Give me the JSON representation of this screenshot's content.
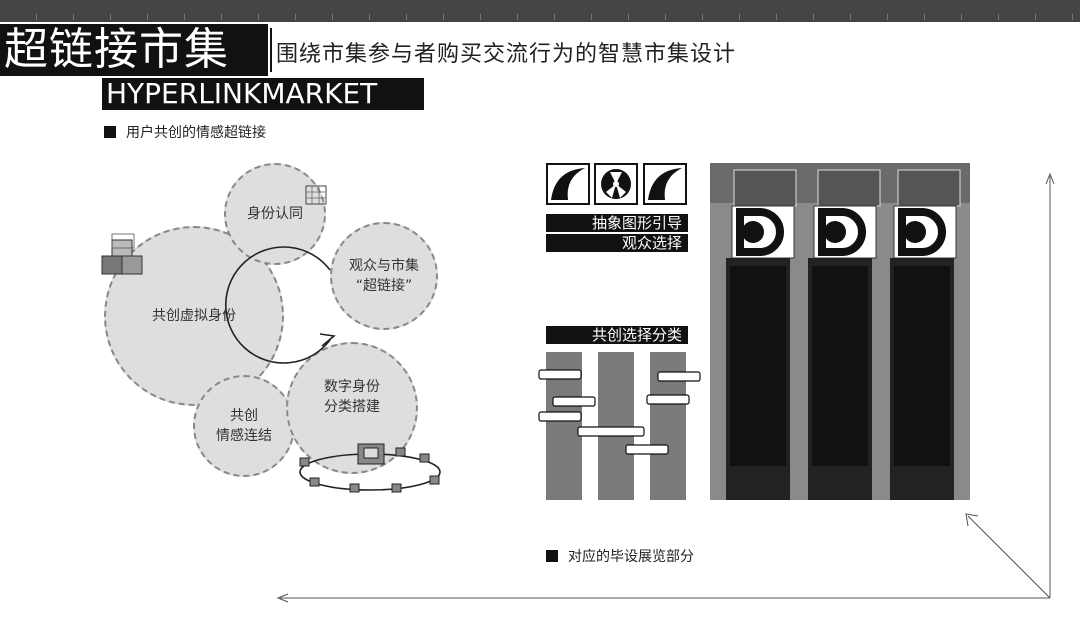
{
  "header": {
    "title_cn": "超链接市集",
    "title_en": "HYPERLINKMARKET",
    "headline": "围绕市集参与者购买交流行为的智慧市集设计"
  },
  "section_left": {
    "legend": "用户共创的情感超链接",
    "circles": {
      "identity": "身份认同",
      "virtual": "共创虚拟身份",
      "link_line1": "观众与市集",
      "link_line2": "“超链接”",
      "emotion_line1": "共创",
      "emotion_line2": "情感连结",
      "digital_line1": "数字身份",
      "digital_line2": "分类搭建"
    }
  },
  "section_right": {
    "tag_abstract": "抽象图形引导",
    "tag_audience": "观众选择",
    "tag_cocreate": "共创选择分类",
    "legend": "对应的毕设展览部分"
  },
  "colors": {
    "dark": "#111111",
    "circle_fill": "#dedede",
    "bar_gray": "#7a7a7a"
  }
}
